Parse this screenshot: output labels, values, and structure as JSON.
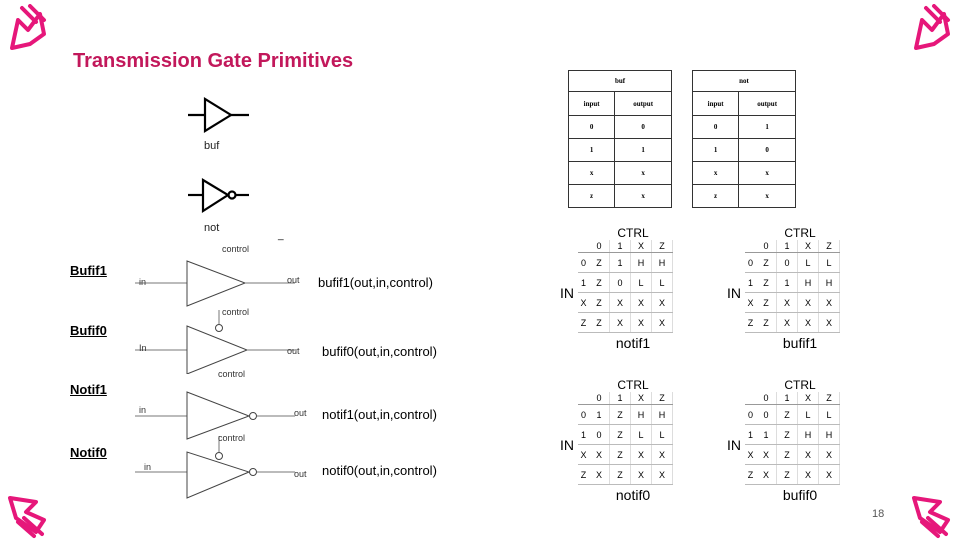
{
  "slide": {
    "title": "Transmission Gate Primitives",
    "page_number": "18",
    "accent_color": "#e6177a",
    "stray_mark": "_"
  },
  "primitives": {
    "buf_label": "buf",
    "not_label": "not"
  },
  "truth_tables": {
    "buf": {
      "title": "buf",
      "headers": [
        "input",
        "output"
      ],
      "rows": [
        [
          "0",
          "0"
        ],
        [
          "1",
          "1"
        ],
        [
          "x",
          "x"
        ],
        [
          "z",
          "x"
        ]
      ]
    },
    "not": {
      "title": "not",
      "headers": [
        "input",
        "output"
      ],
      "rows": [
        [
          "0",
          "1"
        ],
        [
          "1",
          "0"
        ],
        [
          "x",
          "x"
        ],
        [
          "z",
          "x"
        ]
      ]
    }
  },
  "gates": [
    {
      "name": "Bufif1",
      "control": "control",
      "in": "in",
      "out": "out",
      "syntax": "bufif1(out,in,control)"
    },
    {
      "name": "Bufif0",
      "control": "control",
      "in": "In",
      "out": "out",
      "syntax": "bufif0(out,in,control)"
    },
    {
      "name": "Notif1",
      "control": "control",
      "in": "in",
      "out": "out",
      "syntax": "notif1(out,in,control)"
    },
    {
      "name": "Notif0",
      "control": "control",
      "in": "in",
      "out": "out",
      "syntax": "notif0(out,in,control)"
    }
  ],
  "tristate_tables": {
    "ctrl_label": "CTRL",
    "in_label": "IN",
    "col_headers": [
      "0",
      "1",
      "X",
      "Z"
    ],
    "row_headers": [
      "0",
      "1",
      "X",
      "Z"
    ],
    "tables": [
      {
        "name": "notif1",
        "rows": [
          [
            "Z",
            "1",
            "H",
            "H"
          ],
          [
            "Z",
            "0",
            "L",
            "L"
          ],
          [
            "Z",
            "X",
            "X",
            "X"
          ],
          [
            "Z",
            "X",
            "X",
            "X"
          ]
        ]
      },
      {
        "name": "bufif1",
        "rows": [
          [
            "Z",
            "0",
            "L",
            "L"
          ],
          [
            "Z",
            "1",
            "H",
            "H"
          ],
          [
            "Z",
            "X",
            "X",
            "X"
          ],
          [
            "Z",
            "X",
            "X",
            "X"
          ]
        ]
      },
      {
        "name": "notif0",
        "rows": [
          [
            "1",
            "Z",
            "H",
            "H"
          ],
          [
            "0",
            "Z",
            "L",
            "L"
          ],
          [
            "X",
            "Z",
            "X",
            "X"
          ],
          [
            "X",
            "Z",
            "X",
            "X"
          ]
        ]
      },
      {
        "name": "bufif0",
        "rows": [
          [
            "0",
            "Z",
            "L",
            "L"
          ],
          [
            "1",
            "Z",
            "H",
            "H"
          ],
          [
            "X",
            "Z",
            "X",
            "X"
          ],
          [
            "X",
            "Z",
            "X",
            "X"
          ]
        ]
      }
    ]
  }
}
